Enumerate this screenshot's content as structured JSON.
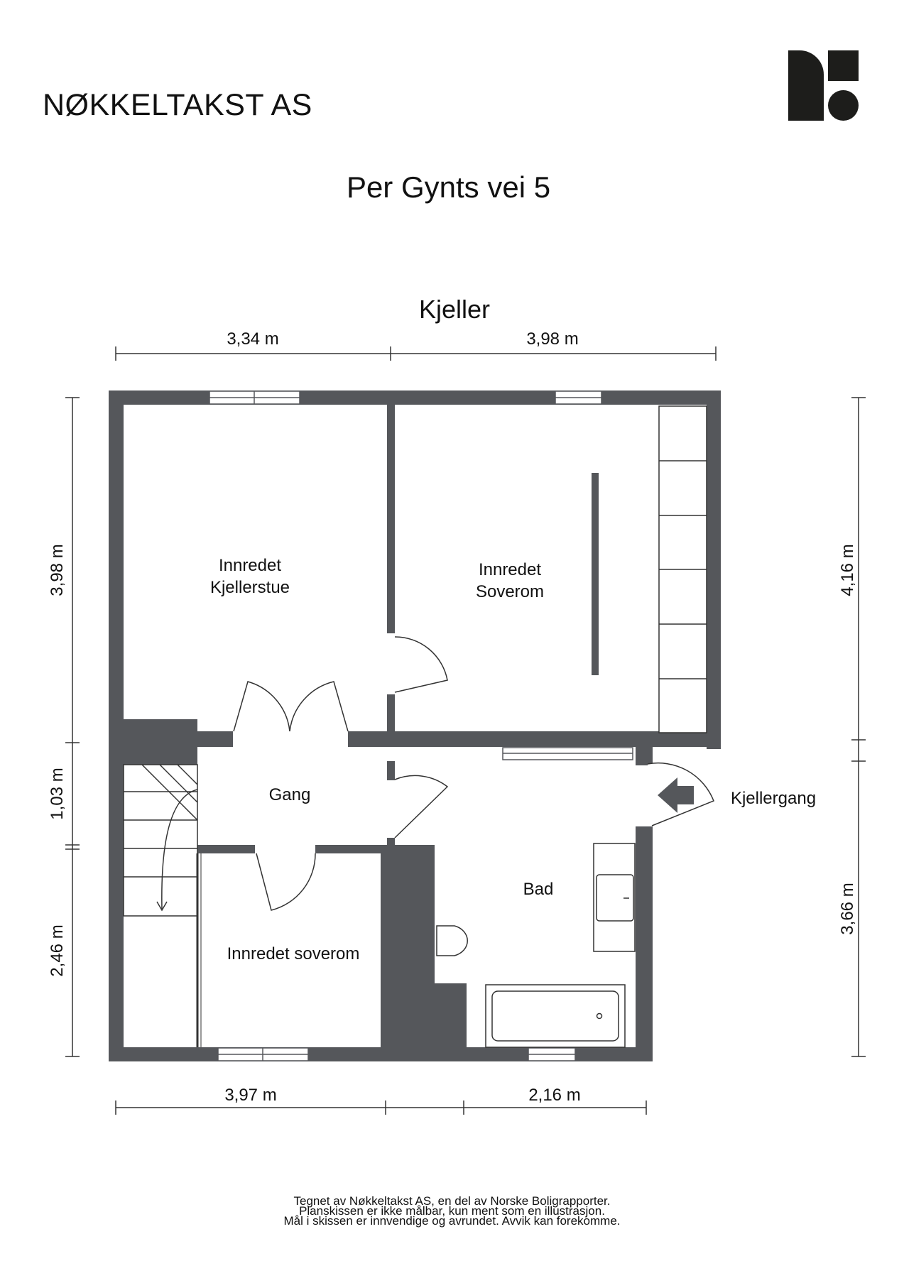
{
  "header": {
    "company": "NØKKELTAKST AS",
    "address": "Per Gynts vei 5"
  },
  "plan": {
    "floor_name": "Kjeller",
    "rooms": {
      "kjellerstue_line1": "Innredet",
      "kjellerstue_line2": "Kjellerstue",
      "soverom_top_line1": "Innredet",
      "soverom_top_line2": "Soverom",
      "gang": "Gang",
      "kjellergang": "Kjellergang",
      "bad": "Bad",
      "soverom_bottom": "Innredet soverom"
    },
    "dimensions": {
      "top_left": "3,34 m",
      "top_right": "3,98 m",
      "bottom_left": "3,97 m",
      "bottom_right": "2,16 m",
      "left_upper": "3,98 m",
      "left_middle": "1,03 m",
      "left_lower": "2,46 m",
      "right_upper": "4,16 m",
      "right_lower": "3,66 m"
    },
    "colors": {
      "wall": "#55575b",
      "line": "#333333"
    }
  },
  "footer": {
    "line1": "Tegnet av Nøkkeltakst AS, en del av Norske Boligrapporter.",
    "line2": "Planskissen er ikke målbar, kun ment som en illustrasjon.",
    "line3": "Mål i skissen er innvendige og avrundet. Avvik kan forekomme."
  }
}
